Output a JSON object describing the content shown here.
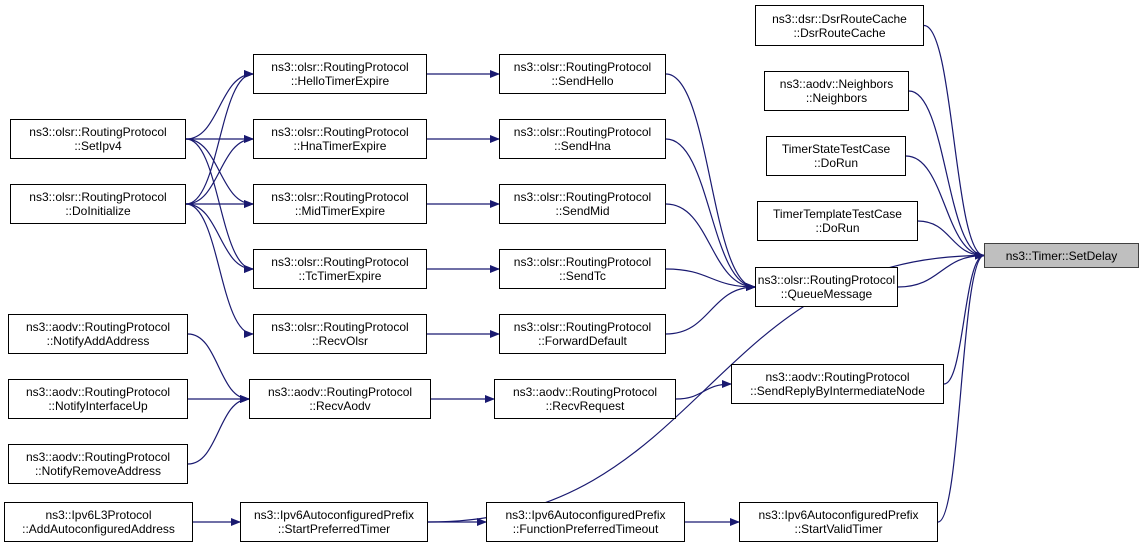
{
  "graph": {
    "type": "caller-graph",
    "edge_color": "#191970",
    "root_fill": "#bfbfbf",
    "nodes": [
      {
        "id": "setdelay",
        "lines": [
          "ns3::Timer::SetDelay"
        ]
      },
      {
        "id": "dsrroutecache",
        "lines": [
          "ns3::dsr::DsrRouteCache",
          "::DsrRouteCache"
        ]
      },
      {
        "id": "neighbors",
        "lines": [
          "ns3::aodv::Neighbors",
          "::Neighbors"
        ]
      },
      {
        "id": "timerstate",
        "lines": [
          "TimerStateTestCase",
          "::DoRun"
        ]
      },
      {
        "id": "timertemplate",
        "lines": [
          "TimerTemplateTestCase",
          "::DoRun"
        ]
      },
      {
        "id": "queuemessage",
        "lines": [
          "ns3::olsr::RoutingProtocol",
          "::QueueMessage"
        ]
      },
      {
        "id": "sendreply",
        "lines": [
          "ns3::aodv::RoutingProtocol",
          "::SendReplyByIntermediateNode"
        ]
      },
      {
        "id": "startvalid",
        "lines": [
          "ns3::Ipv6AutoconfiguredPrefix",
          "::StartValidTimer"
        ]
      },
      {
        "id": "sendhello",
        "lines": [
          "ns3::olsr::RoutingProtocol",
          "::SendHello"
        ]
      },
      {
        "id": "sendhna",
        "lines": [
          "ns3::olsr::RoutingProtocol",
          "::SendHna"
        ]
      },
      {
        "id": "sendmid",
        "lines": [
          "ns3::olsr::RoutingProtocol",
          "::SendMid"
        ]
      },
      {
        "id": "sendtc",
        "lines": [
          "ns3::olsr::RoutingProtocol",
          "::SendTc"
        ]
      },
      {
        "id": "forwarddefault",
        "lines": [
          "ns3::olsr::RoutingProtocol",
          "::ForwardDefault"
        ]
      },
      {
        "id": "recvrequest",
        "lines": [
          "ns3::aodv::RoutingProtocol",
          "::RecvRequest"
        ]
      },
      {
        "id": "functionpreferred",
        "lines": [
          "ns3::Ipv6AutoconfiguredPrefix",
          "::FunctionPreferredTimeout"
        ]
      },
      {
        "id": "hellotimer",
        "lines": [
          "ns3::olsr::RoutingProtocol",
          "::HelloTimerExpire"
        ]
      },
      {
        "id": "hnatimer",
        "lines": [
          "ns3::olsr::RoutingProtocol",
          "::HnaTimerExpire"
        ]
      },
      {
        "id": "midtimer",
        "lines": [
          "ns3::olsr::RoutingProtocol",
          "::MidTimerExpire"
        ]
      },
      {
        "id": "tctimer",
        "lines": [
          "ns3::olsr::RoutingProtocol",
          "::TcTimerExpire"
        ]
      },
      {
        "id": "recvolsr",
        "lines": [
          "ns3::olsr::RoutingProtocol",
          "::RecvOlsr"
        ]
      },
      {
        "id": "recvaodv",
        "lines": [
          "ns3::aodv::RoutingProtocol",
          "::RecvAodv"
        ]
      },
      {
        "id": "startpreferred",
        "lines": [
          "ns3::Ipv6AutoconfiguredPrefix",
          "::StartPreferredTimer"
        ]
      },
      {
        "id": "setipv4",
        "lines": [
          "ns3::olsr::RoutingProtocol",
          "::SetIpv4"
        ]
      },
      {
        "id": "doinitialize",
        "lines": [
          "ns3::olsr::RoutingProtocol",
          "::DoInitialize"
        ]
      },
      {
        "id": "notifyadd",
        "lines": [
          "ns3::aodv::RoutingProtocol",
          "::NotifyAddAddress"
        ]
      },
      {
        "id": "notifyup",
        "lines": [
          "ns3::aodv::RoutingProtocol",
          "::NotifyInterfaceUp"
        ]
      },
      {
        "id": "notifyremove",
        "lines": [
          "ns3::aodv::RoutingProtocol",
          "::NotifyRemoveAddress"
        ]
      },
      {
        "id": "addautoconf",
        "lines": [
          "ns3::Ipv6L3Protocol",
          "::AddAutoconfiguredAddress"
        ]
      }
    ],
    "edges": [
      [
        "dsrroutecache",
        "setdelay"
      ],
      [
        "neighbors",
        "setdelay"
      ],
      [
        "timerstate",
        "setdelay"
      ],
      [
        "timertemplate",
        "setdelay"
      ],
      [
        "queuemessage",
        "setdelay"
      ],
      [
        "sendreply",
        "setdelay"
      ],
      [
        "startvalid",
        "setdelay"
      ],
      [
        "startpreferred",
        "setdelay"
      ],
      [
        "sendhello",
        "queuemessage"
      ],
      [
        "sendhna",
        "queuemessage"
      ],
      [
        "sendmid",
        "queuemessage"
      ],
      [
        "sendtc",
        "queuemessage"
      ],
      [
        "forwarddefault",
        "queuemessage"
      ],
      [
        "recvrequest",
        "sendreply"
      ],
      [
        "functionpreferred",
        "startvalid"
      ],
      [
        "hellotimer",
        "sendhello"
      ],
      [
        "hnatimer",
        "sendhna"
      ],
      [
        "midtimer",
        "sendmid"
      ],
      [
        "tctimer",
        "sendtc"
      ],
      [
        "recvolsr",
        "forwarddefault"
      ],
      [
        "recvaodv",
        "recvrequest"
      ],
      [
        "startpreferred",
        "functionpreferred"
      ],
      [
        "setipv4",
        "hellotimer"
      ],
      [
        "setipv4",
        "hnatimer"
      ],
      [
        "setipv4",
        "midtimer"
      ],
      [
        "setipv4",
        "tctimer"
      ],
      [
        "doinitialize",
        "hellotimer"
      ],
      [
        "doinitialize",
        "hnatimer"
      ],
      [
        "doinitialize",
        "midtimer"
      ],
      [
        "doinitialize",
        "tctimer"
      ],
      [
        "doinitialize",
        "recvolsr"
      ],
      [
        "notifyadd",
        "recvaodv"
      ],
      [
        "notifyup",
        "recvaodv"
      ],
      [
        "notifyremove",
        "recvaodv"
      ],
      [
        "addautoconf",
        "startpreferred"
      ]
    ]
  }
}
